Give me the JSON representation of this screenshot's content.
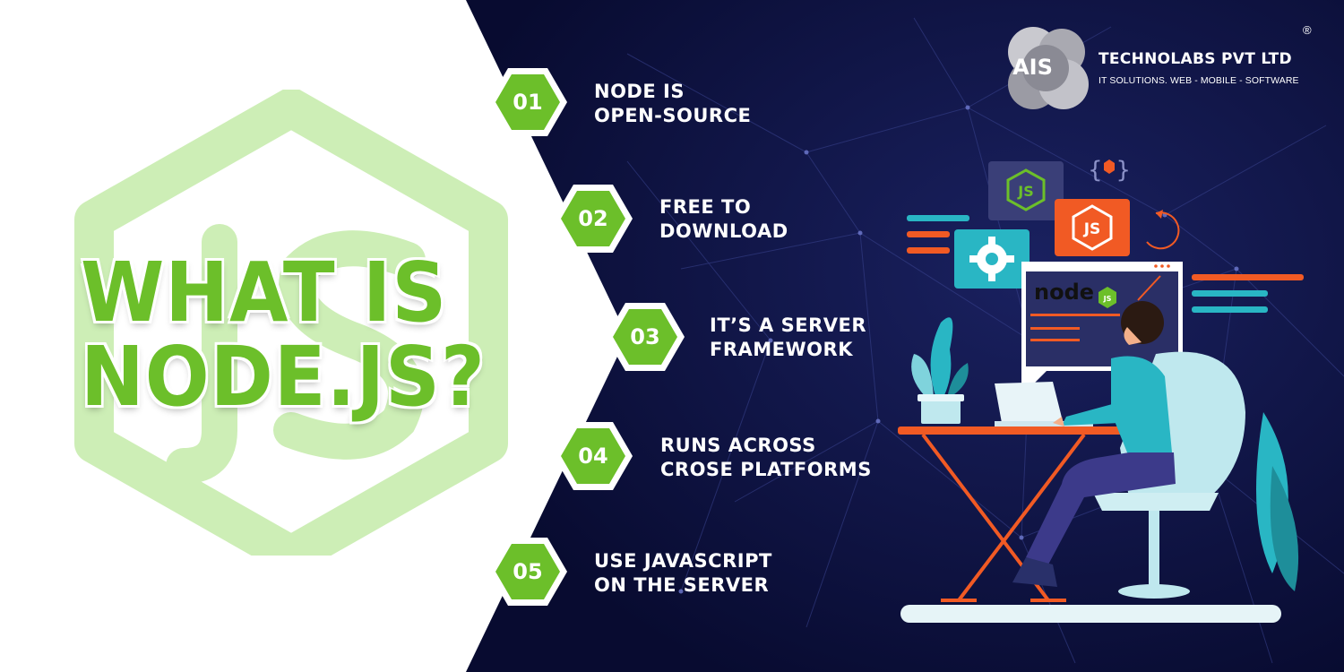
{
  "headline": {
    "line1": "WHAT IS",
    "line2": "NODE.JS?"
  },
  "steps": [
    {
      "num": "01",
      "line1": "NODE IS",
      "line2": "OPEN-SOURCE"
    },
    {
      "num": "02",
      "line1": "FREE TO",
      "line2": "DOWNLOAD"
    },
    {
      "num": "03",
      "line1": "IT’S A SERVER",
      "line2": "FRAMEWORK"
    },
    {
      "num": "04",
      "line1": "RUNS ACROSS",
      "line2": "CROSE  PLATFORMS"
    },
    {
      "num": "05",
      "line1": "USE JAVASCRIPT",
      "line2": "ON THE SERVER"
    }
  ],
  "logo": {
    "mark": "AIS",
    "name": "TECHNOLABS PVT LTD",
    "tagline": "IT SOLUTIONS. WEB - MOBILE - SOFTWARE",
    "registered": "®"
  },
  "illustration": {
    "badge_left": "JS",
    "badge_right": "JS",
    "screen_word": "node",
    "screen_badge": "JS",
    "code_icon": "{ }",
    "icons": [
      "gear-icon",
      "refresh-icon",
      "nodejs-hexagon-icon"
    ]
  },
  "colors": {
    "navy": "#0b0f3a",
    "green": "#6cbf2a",
    "orange": "#f15a24",
    "teal": "#29b6c4",
    "light_green_watermark": "#c8ecb0"
  }
}
